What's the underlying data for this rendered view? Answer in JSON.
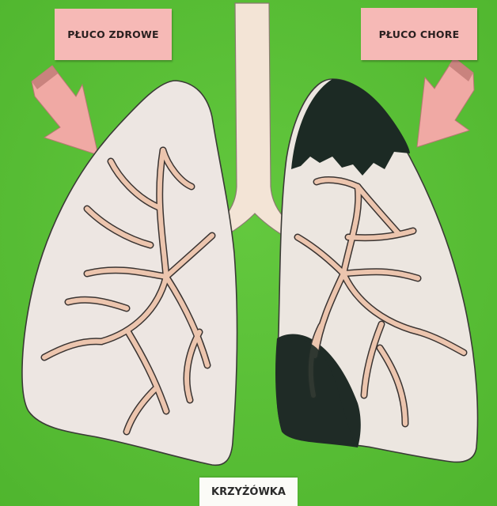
{
  "labels": {
    "healthy_lung": "PŁUCO ZDROWE",
    "sick_lung": "PŁUCO CHORE",
    "crossword": "KRZYŻÓWKA"
  },
  "colors": {
    "background_green": "#5cc23a",
    "label_pink": "#f6b9b6",
    "arrow_pink": "#f0a9a4",
    "lung_paper": "#efe7e2",
    "bronchi": "#e9c8b4",
    "disease_black": "#1c2a24"
  },
  "icons": {
    "left_arrow": "arrow-down-right-icon",
    "right_arrow": "arrow-down-left-icon"
  }
}
